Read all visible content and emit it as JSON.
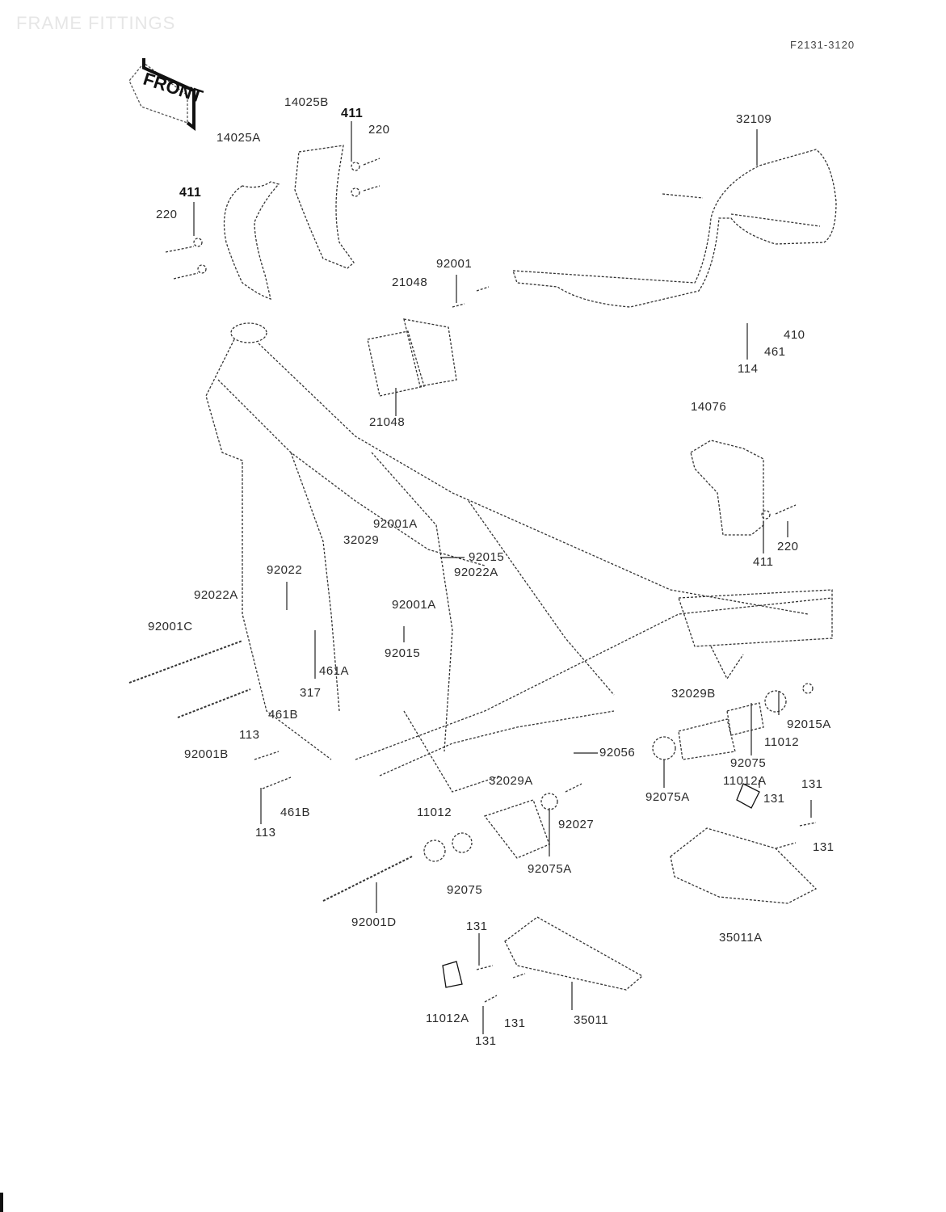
{
  "title": "FRAME FITTINGS",
  "reference_code": "F2131-3120",
  "front_indicator": "FRONT",
  "labels": [
    {
      "id": "14025B",
      "text": "14025B"
    },
    {
      "id": "411-top",
      "text": "411",
      "bold": true
    },
    {
      "id": "220-top",
      "text": "220"
    },
    {
      "id": "14025A",
      "text": "14025A"
    },
    {
      "id": "411-left",
      "text": "411",
      "bold": true
    },
    {
      "id": "220-left",
      "text": "220"
    },
    {
      "id": "32109",
      "text": "32109"
    },
    {
      "id": "92001",
      "text": "92001"
    },
    {
      "id": "21048-top",
      "text": "21048"
    },
    {
      "id": "21048-bottom",
      "text": "21048"
    },
    {
      "id": "114",
      "text": "114"
    },
    {
      "id": "461",
      "text": "461"
    },
    {
      "id": "410",
      "text": "410"
    },
    {
      "id": "14076",
      "text": "14076"
    },
    {
      "id": "411-right",
      "text": "411"
    },
    {
      "id": "220-right",
      "text": "220"
    },
    {
      "id": "92001A-top",
      "text": "92001A"
    },
    {
      "id": "32029",
      "text": "32029"
    },
    {
      "id": "92015-top",
      "text": "92015"
    },
    {
      "id": "92022A-right",
      "text": "92022A"
    },
    {
      "id": "92022",
      "text": "92022"
    },
    {
      "id": "92022A-left",
      "text": "92022A"
    },
    {
      "id": "92001A-bottom",
      "text": "92001A"
    },
    {
      "id": "92001C",
      "text": "92001C"
    },
    {
      "id": "92015-bottom",
      "text": "92015"
    },
    {
      "id": "461A",
      "text": "461A"
    },
    {
      "id": "317",
      "text": "317"
    },
    {
      "id": "461B-top",
      "text": "461B"
    },
    {
      "id": "92001B",
      "text": "92001B"
    },
    {
      "id": "113-top",
      "text": "113"
    },
    {
      "id": "461B-bottom",
      "text": "461B"
    },
    {
      "id": "113-bottom",
      "text": "113"
    },
    {
      "id": "32029B",
      "text": "32029B"
    },
    {
      "id": "92015A",
      "text": "92015A"
    },
    {
      "id": "11012-right",
      "text": "11012"
    },
    {
      "id": "92056",
      "text": "92056"
    },
    {
      "id": "92075-right",
      "text": "92075"
    },
    {
      "id": "11012A-right",
      "text": "11012A"
    },
    {
      "id": "92075A-right",
      "text": "92075A"
    },
    {
      "id": "131-a",
      "text": "131"
    },
    {
      "id": "131-b",
      "text": "131"
    },
    {
      "id": "131-c",
      "text": "131"
    },
    {
      "id": "32029A",
      "text": "32029A"
    },
    {
      "id": "92027",
      "text": "92027"
    },
    {
      "id": "11012-left",
      "text": "11012"
    },
    {
      "id": "92075A-left",
      "text": "92075A"
    },
    {
      "id": "92075-left",
      "text": "92075"
    },
    {
      "id": "92001D",
      "text": "92001D"
    },
    {
      "id": "35011A",
      "text": "35011A"
    },
    {
      "id": "131-d",
      "text": "131"
    },
    {
      "id": "11012A-left",
      "text": "11012A"
    },
    {
      "id": "131-e",
      "text": "131"
    },
    {
      "id": "35011",
      "text": "35011"
    },
    {
      "id": "131-f",
      "text": "131"
    }
  ]
}
